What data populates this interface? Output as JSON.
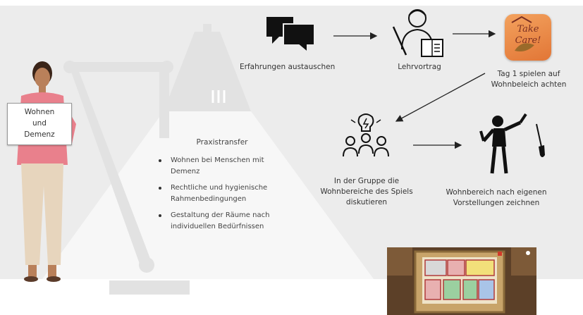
{
  "steps": {
    "exchange": "Erfahrungen austauschen",
    "lecture": "Lehrvortrag",
    "play_line1": "Tag 1 spielen auf",
    "play_line2": "Wohnbeleich achten",
    "discuss_line1": "In der Gruppe die",
    "discuss_line2": "Wohnbereiche des Spiels",
    "discuss_line3": "diskutieren",
    "draw_line1": "Wohnbereich nach eigenen",
    "draw_line2": "Vorstellungen zeichnen"
  },
  "sign": {
    "line1": "Wohnen",
    "line2": "und",
    "line3": "Demenz"
  },
  "practice": {
    "title": "Praxistransfer",
    "bullets": [
      {
        "line1": "Wohnen bei Menschen mit",
        "line2": "Demenz"
      },
      {
        "line1": "Rechtliche und hygienische",
        "line2": "Rahmenbedingungen"
      },
      {
        "line1": "Gestaltung der Räume nach",
        "line2": "individuellen Bedürfnissen"
      }
    ]
  },
  "app_icon": {
    "logo_line1": "Take",
    "logo_line2": "Care!"
  },
  "icons": [
    "chat-bubbles-icon",
    "teacher-icon",
    "app-logo-icon",
    "idea-group-icon",
    "artist-mannequin-icon",
    "paintbrush-icon"
  ],
  "colors": {
    "background": "#ececec",
    "app_orange": "#e8843e",
    "text": "#333333"
  }
}
